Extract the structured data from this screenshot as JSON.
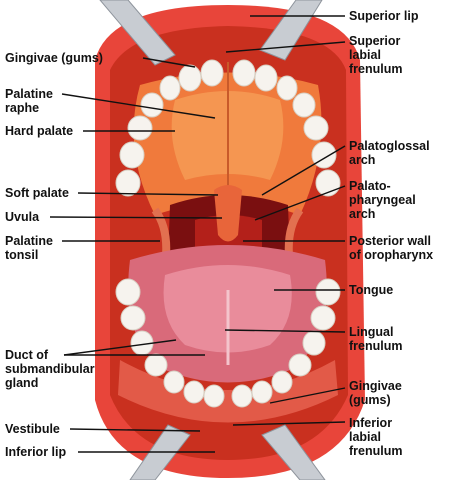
{
  "colors": {
    "lip": "#e8453a",
    "mouth_outer": "#d63a2a",
    "mouth_inner": "#c02a1c",
    "palate": "#f07a3c",
    "palate_light": "#f6a25a",
    "throat": "#7a0f10",
    "tongue": "#d96a7a",
    "tongue_light": "#ec95a4",
    "teeth": "#f6f3ee",
    "retractor": "#c8ccd2",
    "leader": "#111111"
  },
  "labels": {
    "superior_lip": "Superior lip",
    "superior_labial_frenulum": "Superior\nlabial\nfrenulum",
    "gingivae_top": "Gingivae (gums)",
    "palatine_raphe": "Palatine\nraphe",
    "hard_palate": "Hard palate",
    "palatoglossal_arch": "Palatoglossal\narch",
    "soft_palate": "Soft palate",
    "palatopharyngeal_arch": "Palato-\npharyngeal\narch",
    "uvula": "Uvula",
    "palatine_tonsil": "Palatine\ntonsil",
    "posterior_wall": "Posterior wall\nof oropharynx",
    "tongue": "Tongue",
    "lingual_frenulum": "Lingual\nfrenulum",
    "duct_submandibular": "Duct of\nsubmandibular\ngland",
    "gingivae_bottom": "Gingivae\n(gums)",
    "vestibule": "Vestibule",
    "inferior_labial_frenulum": "Inferior\nlabial\nfrenulum",
    "inferior_lip": "Inferior lip"
  }
}
